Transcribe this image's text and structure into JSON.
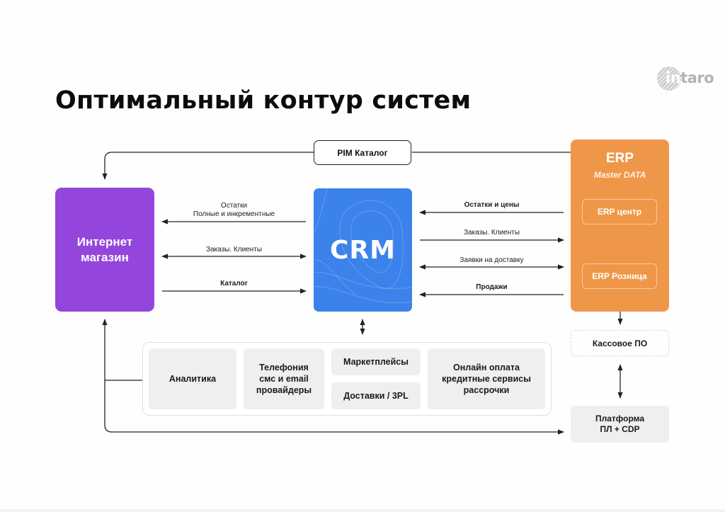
{
  "slide": {
    "title": "Оптимальный контур систем",
    "logo": {
      "prefix": "in",
      "accent": "t",
      "suffix": "aro",
      "icon": "intaro-logo-icon"
    }
  },
  "colors": {
    "shop": "#9446dc",
    "crm": "#3b82ea",
    "erp": "#ef9748",
    "service_bg": "#efefef",
    "line": "#222222"
  },
  "nodes": {
    "pim": "PIM Каталог",
    "shop": {
      "line1": "Интернет",
      "line2": "магазин"
    },
    "crm": "CRM",
    "erp": {
      "title": "ERP",
      "subtitle": "Master DATA",
      "center": "ERP центр",
      "retail": "ERP Розница"
    },
    "kassa": "Кассовое ПО",
    "platform": {
      "line1": "Платформа",
      "line2": "ПЛ + CDP"
    }
  },
  "services": {
    "analytics": "Аналитика",
    "telephony": {
      "line1": "Телефония",
      "line2": "смс и email",
      "line3": "провайдеры"
    },
    "marketplaces": "Маркетплейсы",
    "delivery": "Доставки / 3PL",
    "payments": {
      "line1": "Онлайн оплата",
      "line2": "кредитные сервисы",
      "line3": "рассрочки"
    }
  },
  "edges": {
    "crm_to_shop": {
      "line1": "Остатки",
      "line2": "Полные и инкрементные",
      "direction": "crm→shop"
    },
    "shop_crm_orders": {
      "label": "Заказы. Клиенты",
      "direction": "both"
    },
    "shop_to_crm_catalog": {
      "label": "Каталог",
      "direction": "shop→crm"
    },
    "erp_to_crm_stock": {
      "label": "Остатки и цены",
      "direction": "erp→crm"
    },
    "crm_to_erp_orders": {
      "label": "Заказы. Клиенты",
      "direction": "crm→erp"
    },
    "crm_erp_delivery": {
      "label": "Заявки на доставку",
      "direction": "both"
    },
    "erp_to_crm_sales": {
      "label": "Продажи",
      "direction": "erp→crm"
    },
    "erp_pim_shop": {
      "label": "",
      "direction": "erp→pim→shop"
    },
    "erp_center_to_retail": {
      "direction": "down"
    },
    "erp_retail_kassa": {
      "direction": "both"
    },
    "kassa_platform": {
      "direction": "both"
    },
    "crm_services": {
      "direction": "both"
    },
    "shop_services_platform": {
      "direction": "shop↔analytics, shop→platform"
    }
  }
}
